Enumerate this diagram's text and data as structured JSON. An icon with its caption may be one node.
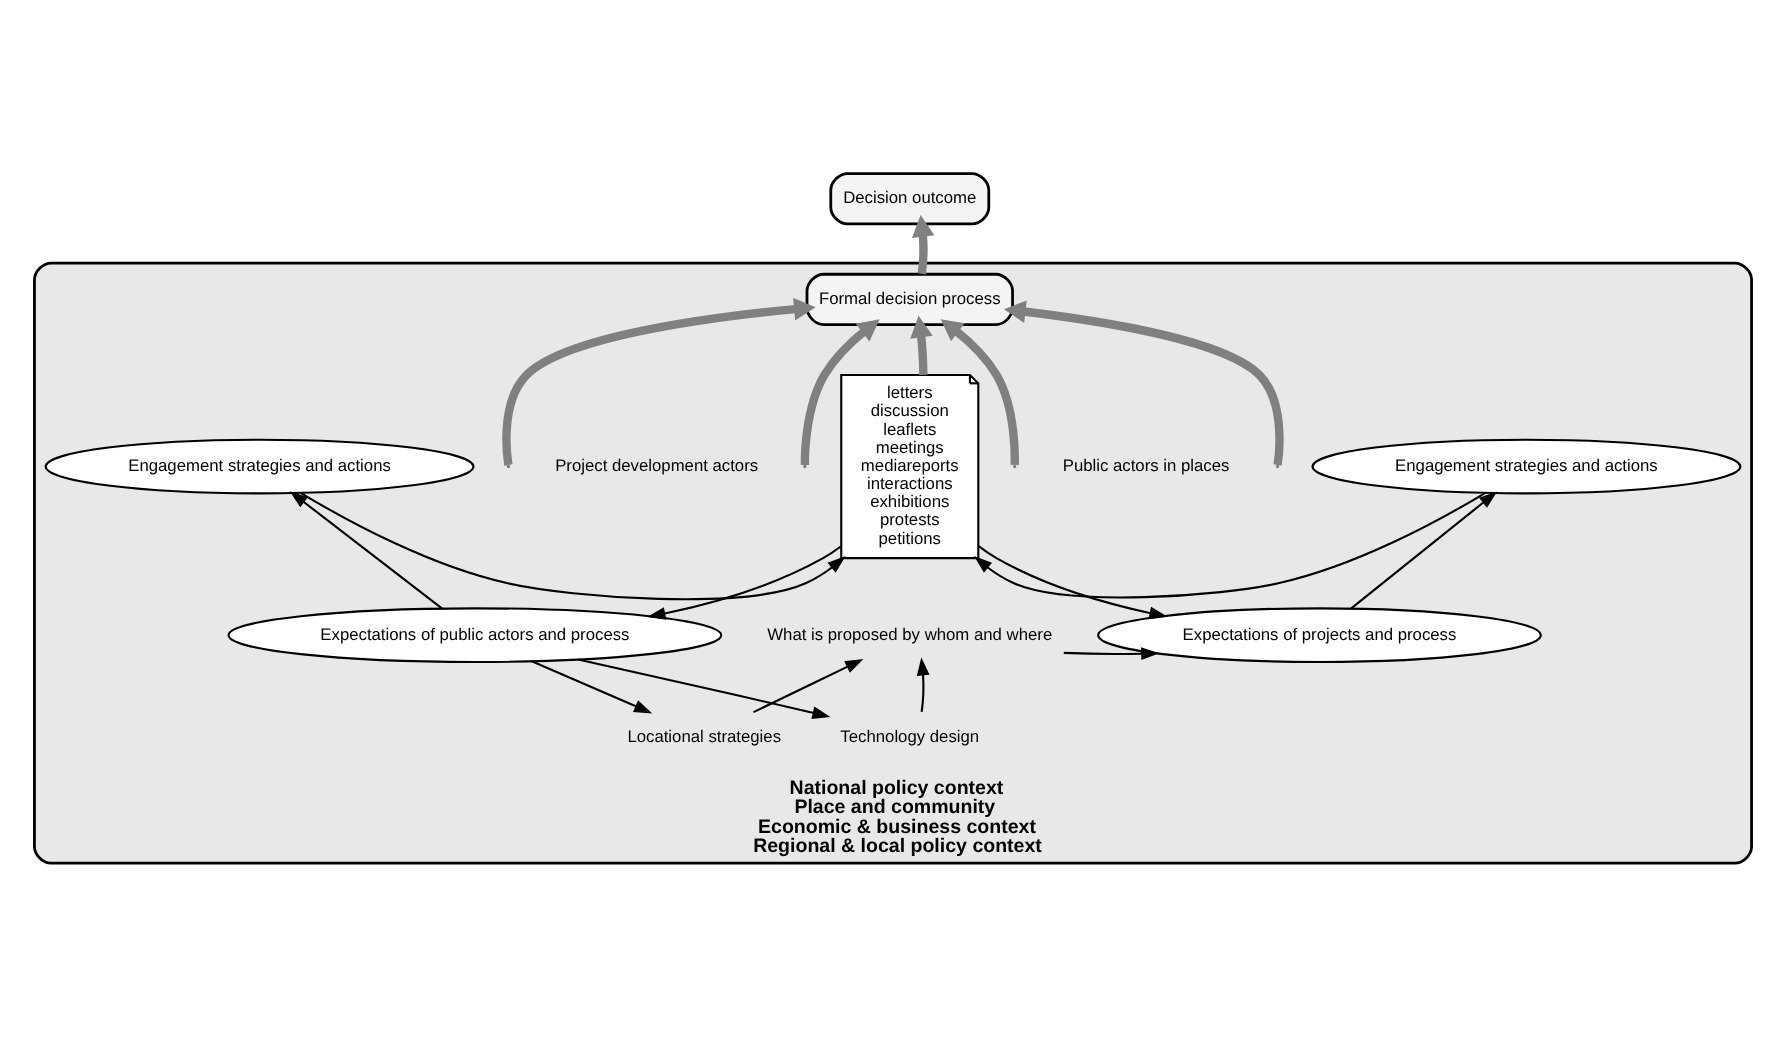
{
  "diagram": {
    "nodes": [
      {
        "text": [
          "National policy context",
          "Place and community",
          "Economic & business context",
          "Regional & local policy context"
        ]
      },
      {
        "text": [
          "Decision outcome"
        ]
      },
      {
        "text": [
          "Formal decision process"
        ],
        "in": 0
      },
      {
        "text": [
          "Engagement strategies and actions"
        ],
        "in": 0
      },
      {
        "text": [
          "Expectations of public actors and process"
        ],
        "in": 0
      },
      {
        "text": [
          "letters",
          "discussion",
          "leaflets",
          "meetings",
          "mediareports",
          "interactions",
          "exhibitions",
          "protests",
          "petitions"
        ],
        "in": 0
      },
      {
        "text": [
          "Engagement strategies and actions"
        ],
        "in": 0
      },
      {
        "text": [
          "Expectations of projects and process"
        ],
        "in": 0
      },
      {
        "text": [
          "Locational strategies"
        ],
        "in": 0
      },
      {
        "text": [
          "Technology design"
        ],
        "in": 0
      },
      {
        "text": [
          "What is proposed by whom and where"
        ],
        "in": 0
      }
    ],
    "edges": [
      {
        "from": 2,
        "to": 1,
        "arrow": "to",
        "style": "thick",
        "color": "#808080"
      },
      {
        "from": 5,
        "to": 2,
        "arrow": "to",
        "style": "thick",
        "color": "#808080"
      },
      {
        "from": null,
        "to": 2,
        "arrow": "to",
        "style": "thick",
        "color": "#808080"
      },
      {
        "from": null,
        "to": 2,
        "arrow": "to",
        "style": "thick",
        "color": "#808080"
      },
      {
        "from": null,
        "to": 2,
        "arrow": "to",
        "style": "thick",
        "color": "#808080"
      },
      {
        "from": null,
        "to": 2,
        "arrow": "to",
        "style": "thick",
        "color": "#808080"
      },
      {
        "from": 4,
        "to": 3,
        "arrow": "to"
      },
      {
        "from": 3,
        "to": 5,
        "arrow": "to"
      },
      {
        "from": 5,
        "to": 4,
        "arrow": "to"
      },
      {
        "from": 7,
        "to": 6,
        "arrow": "to"
      },
      {
        "from": 6,
        "to": 5,
        "arrow": "to"
      },
      {
        "from": 5,
        "to": 7,
        "arrow": "to"
      },
      {
        "from": 4,
        "to": 8,
        "arrow": "to"
      },
      {
        "from": 4,
        "to": 9,
        "arrow": "to"
      },
      {
        "from": 8,
        "to": 10,
        "arrow": "to"
      },
      {
        "from": 9,
        "to": 10,
        "arrow": "to"
      },
      {
        "from": 10,
        "to": 7,
        "arrow": "to"
      }
    ],
    "labels": [
      "Project development actors",
      "Public actors in places"
    ]
  }
}
